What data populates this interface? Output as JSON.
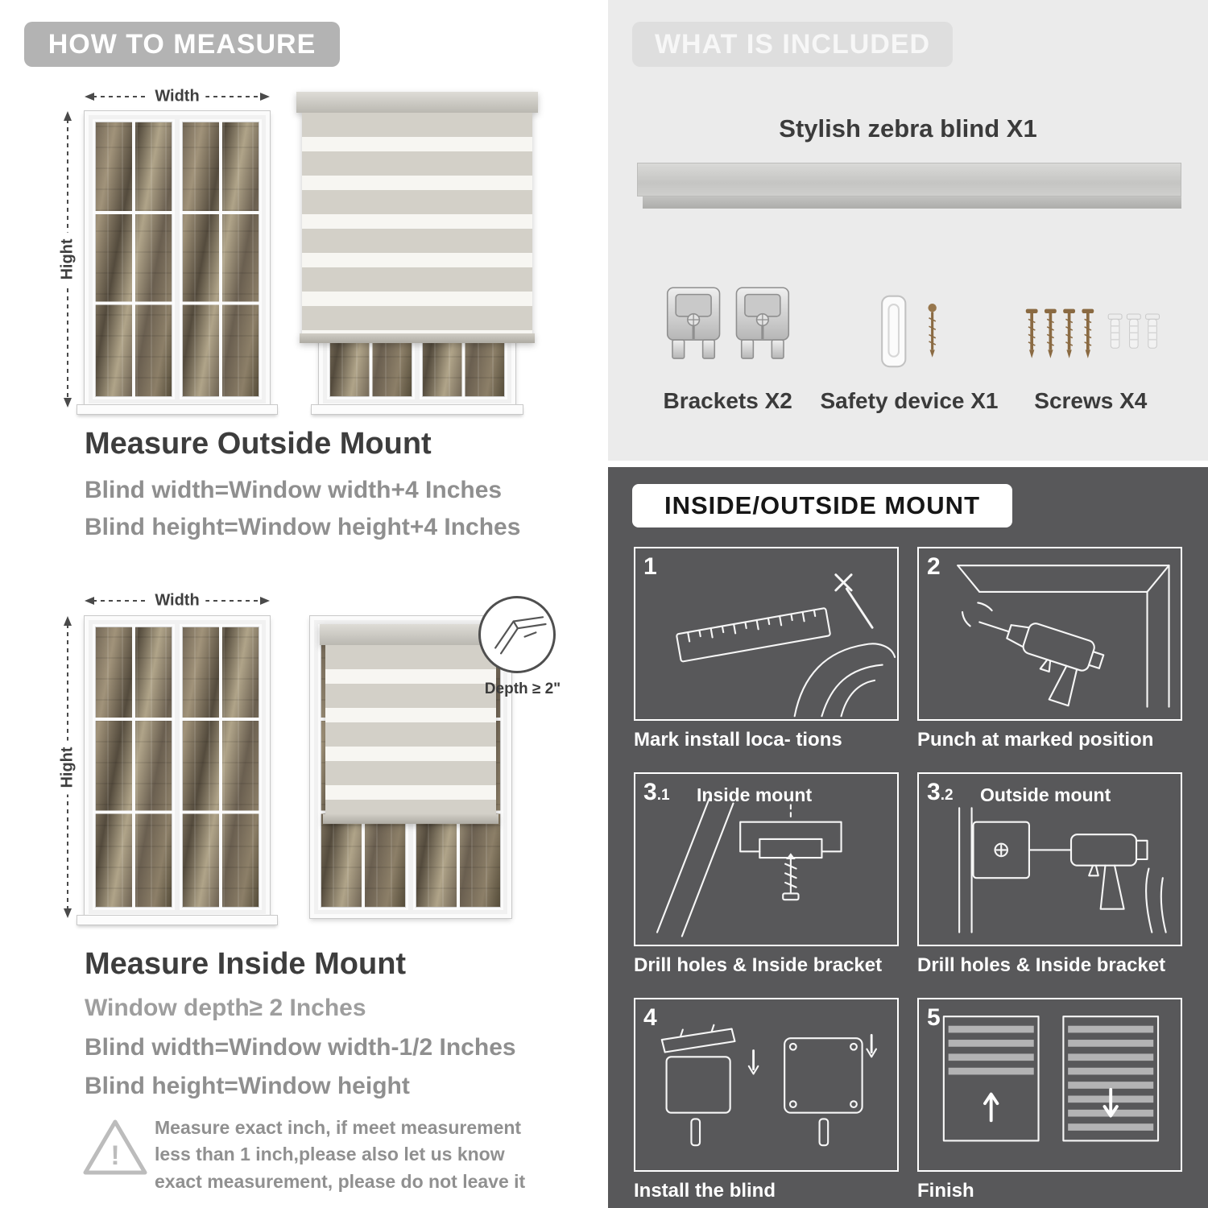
{
  "colors": {
    "left_header_pill": "#b3b3b3",
    "right_top_bg": "#ebebeb",
    "dark_section_bg": "#58585a",
    "gray_text": "#8f8f8f",
    "dark_text": "#3d3d3d"
  },
  "how_to_measure": {
    "header": "HOW TO MEASURE",
    "outside": {
      "width_label": "Width",
      "height_label": "Hight",
      "title": "Measure Outside Mount",
      "rule1": "Blind width=Window width+4 Inches",
      "rule2": "Blind height=Window height+4 Inches"
    },
    "inside": {
      "width_label": "Width",
      "height_label": "Hight",
      "depth_callout": "Depth ≥ 2\"",
      "title": "Measure Inside Mount",
      "rule1": "Window depth≥ 2 Inches",
      "rule2": "Blind width=Window width-1/2 Inches",
      "rule3": "Blind height=Window height"
    },
    "warning": {
      "icon_glyph": "!",
      "text": "Measure exact inch, if meet measurement less than 1 inch,please also let us know exact measurement, please do not leave it"
    }
  },
  "included": {
    "header": "WHAT IS INCLUDED",
    "blind_label": "Stylish zebra blind X1",
    "items": [
      {
        "label": "Brackets X2",
        "icon": "bracket-icon"
      },
      {
        "label": "Safety device X1",
        "icon": "safety-device-icon"
      },
      {
        "label": "Screws X4",
        "icon": "screws-icon"
      }
    ]
  },
  "mount_steps": {
    "header": "INSIDE/OUTSIDE MOUNT",
    "steps": [
      {
        "num": "1",
        "caption": "Mark install loca- tions"
      },
      {
        "num": "2",
        "caption": "Punch at  marked position"
      },
      {
        "num": "3",
        "num_sub": ".1",
        "label": "Inside mount",
        "caption": "Drill holes &  Inside bracket"
      },
      {
        "num": "3",
        "num_sub": ".2",
        "label": "Outside mount",
        "caption": "Drill holes &  Inside bracket"
      },
      {
        "num": "4",
        "caption": "Install the blind"
      },
      {
        "num": "5",
        "caption": "Finish"
      }
    ]
  }
}
